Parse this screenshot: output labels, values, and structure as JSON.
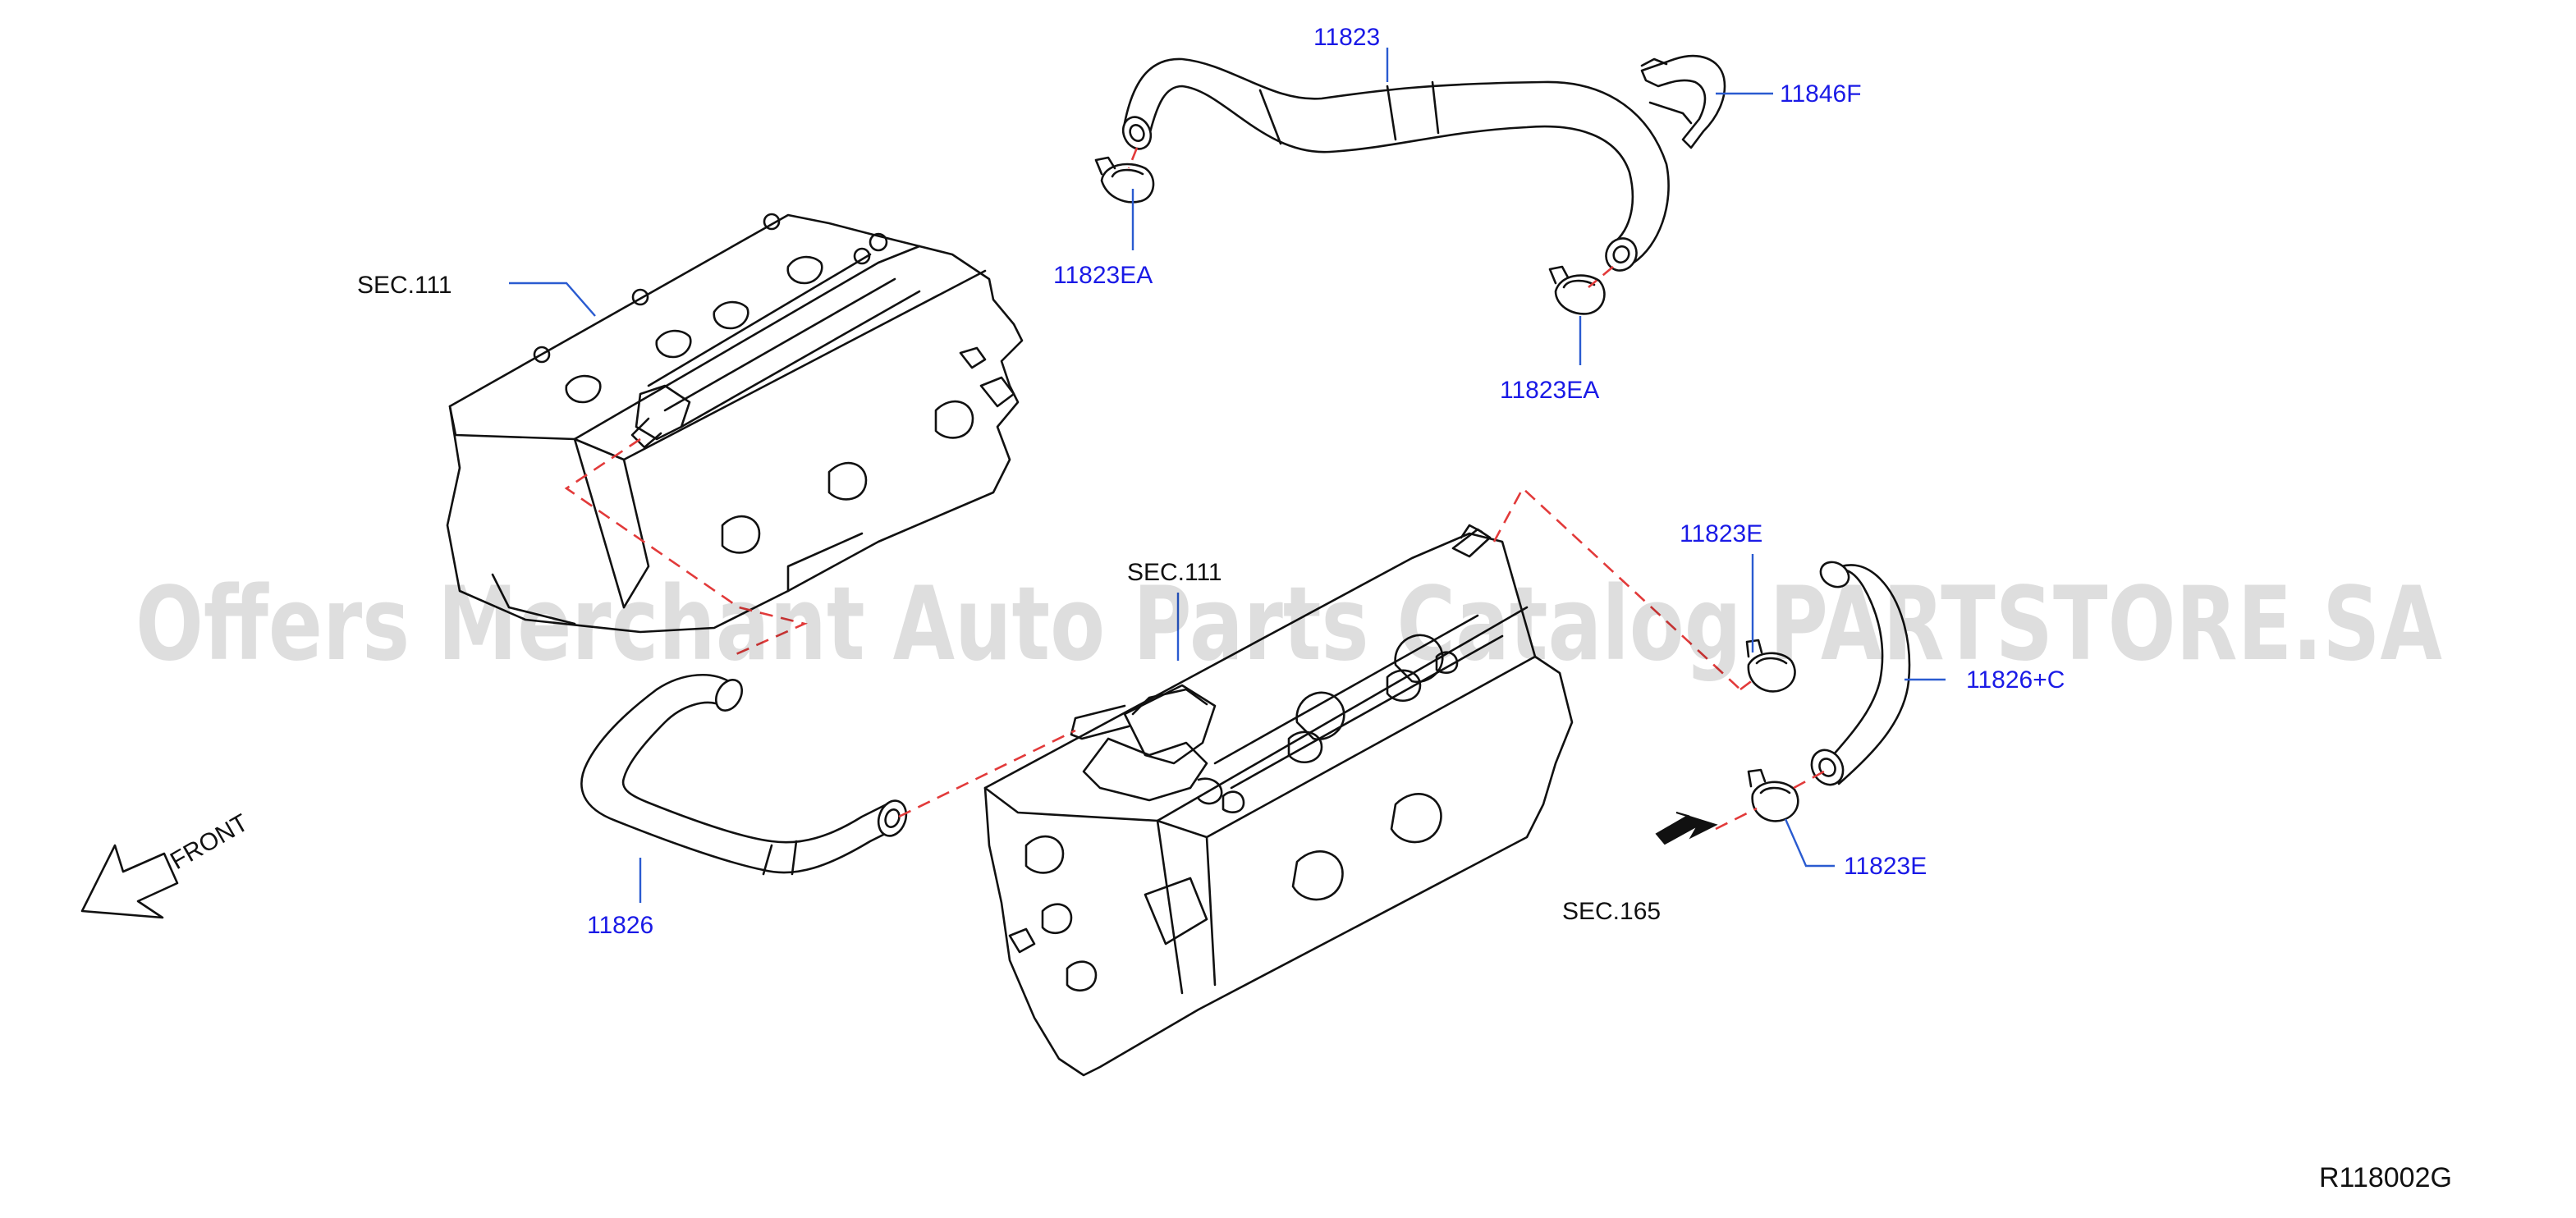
{
  "diagram": {
    "labels": {
      "hose_upper": "11823",
      "clip_upper": "11846F",
      "clamp_upper_left": "11823EA",
      "clamp_upper_right": "11823EA",
      "hose_lower_left": "11826",
      "hose_lower_right": "11826+C",
      "clamp_lower_top": "11823E",
      "clamp_lower_bottom": "11823E",
      "sec_head_left": "SEC.111",
      "sec_head_center": "SEC.111",
      "sec_intake": "SEC.165",
      "front_indicator": "FRONT"
    },
    "watermark": "Offers Merchant Auto Parts Catalog PARTSTORE.SA",
    "reference_code": "R118002G"
  },
  "colors": {
    "part_number": "#1a1ae6",
    "leader_line": "#2a5bd0",
    "connection_dash": "#e23a3a",
    "drawing_ink": "#111111",
    "watermark": "#b0b0b0"
  }
}
